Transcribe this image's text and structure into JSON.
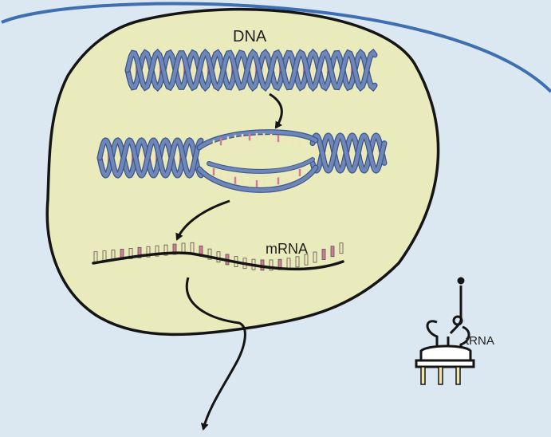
{
  "labels": {
    "dna": "DNA",
    "mrna": "mRNA",
    "trna": "tRNA"
  },
  "colors": {
    "cytoplasm": "#dbe8f2",
    "cell_membrane": "#3f6fb0",
    "nucleus": "#e9ebbd",
    "nucleus_outline": "#151515",
    "helix_strand": "#6f87b8",
    "helix_edge": "#3d5689",
    "base_pair": "#efe6b4",
    "base_accent": "#d17c94",
    "arrow": "#151515"
  },
  "icons": [
    "dna-double-helix",
    "unzipped-dna-bubble",
    "mrna-strand",
    "trna-molecule",
    "process-arrow"
  ]
}
